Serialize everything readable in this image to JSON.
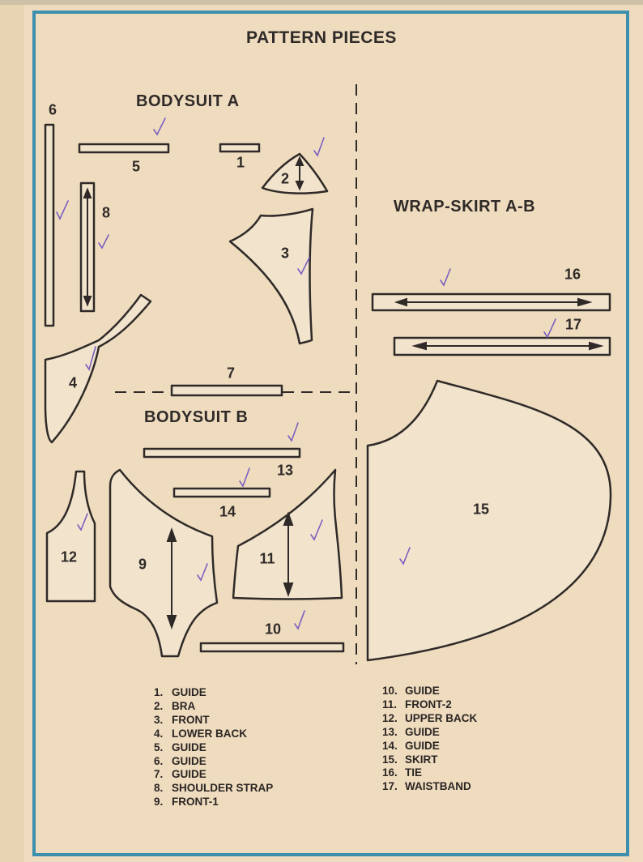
{
  "title": "PATTERN PIECES",
  "sections": {
    "bodysuit_a": "BODYSUIT A",
    "bodysuit_b": "BODYSUIT B",
    "wrap_skirt": "WRAP-SKIRT A-B"
  },
  "piece_labels": {
    "p1": "1",
    "p2": "2",
    "p3": "3",
    "p4": "4",
    "p5": "5",
    "p6": "6",
    "p7": "7",
    "p8": "8",
    "p9": "9",
    "p10": "10",
    "p11": "11",
    "p12": "12",
    "p13": "13",
    "p14": "14",
    "p15": "15",
    "p16": "16",
    "p17": "17"
  },
  "legend_left": [
    {
      "num": "1.",
      "name": "GUIDE"
    },
    {
      "num": "2.",
      "name": "BRA"
    },
    {
      "num": "3.",
      "name": "FRONT"
    },
    {
      "num": "4.",
      "name": "LOWER BACK"
    },
    {
      "num": "5.",
      "name": "GUIDE"
    },
    {
      "num": "6.",
      "name": "GUIDE"
    },
    {
      "num": "7.",
      "name": "GUIDE"
    },
    {
      "num": "8.",
      "name": "SHOULDER STRAP"
    },
    {
      "num": "9.",
      "name": "FRONT-1"
    }
  ],
  "legend_right": [
    {
      "num": "10.",
      "name": "GUIDE"
    },
    {
      "num": "11.",
      "name": "FRONT-2"
    },
    {
      "num": "12.",
      "name": "UPPER BACK"
    },
    {
      "num": "13.",
      "name": "GUIDE"
    },
    {
      "num": "14.",
      "name": "GUIDE"
    },
    {
      "num": "15.",
      "name": "SKIRT"
    },
    {
      "num": "16.",
      "name": "TIE"
    },
    {
      "num": "17.",
      "name": "WAISTBAND"
    }
  ],
  "colors": {
    "paper": "#efdcbf",
    "border": "#3d8fae",
    "ink": "#2f2a28",
    "check_marks": "#7a5fc0"
  }
}
